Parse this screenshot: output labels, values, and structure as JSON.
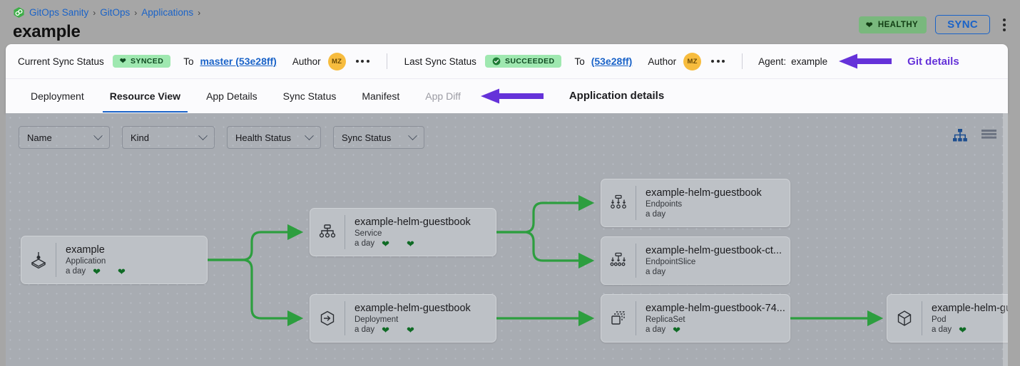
{
  "breadcrumb": {
    "logo_icon": "gitops-logo-icon",
    "items": [
      {
        "label": "GitOps Sanity"
      },
      {
        "label": "GitOps"
      },
      {
        "label": "Applications"
      }
    ],
    "separator": "›"
  },
  "page_title": "example",
  "top_actions": {
    "health_badge": {
      "label": "HEALTHY",
      "icon": "heart-icon",
      "bg": "#79b87d",
      "fg": "#123d14"
    },
    "sync_button": {
      "label": "SYNC",
      "color": "#1a63c8"
    },
    "kebab_menu": "more-options-icon"
  },
  "status_bar": {
    "current_sync_status_label": "Current Sync Status",
    "current_sync_status_value": "SYNCED",
    "current_sync_to_label": "To",
    "current_sync_revision": "master (53e28ff)",
    "current_author_label": "Author",
    "current_author_initials": "MZ",
    "last_sync_status_label": "Last Sync Status",
    "last_sync_status_value": "SUCCEEDED",
    "last_sync_to_label": "To",
    "last_sync_revision": "(53e28ff)",
    "last_author_label": "Author",
    "last_author_initials": "MZ",
    "agent_label": "Agent:",
    "agent_value": "example",
    "annotation": "Git details",
    "annotation_color": "#6532d9"
  },
  "tabs": {
    "items": [
      {
        "label": "Deployment",
        "state": "normal"
      },
      {
        "label": "Resource View",
        "state": "active"
      },
      {
        "label": "App Details",
        "state": "normal"
      },
      {
        "label": "Sync Status",
        "state": "normal"
      },
      {
        "label": "Manifest",
        "state": "normal"
      },
      {
        "label": "App Diff",
        "state": "disabled"
      }
    ],
    "annotation": "Application details",
    "annotation_color": "#6532d9",
    "active_underline_color": "#1a63c8"
  },
  "filters": [
    {
      "label": "Name",
      "icon": "chevron-down-icon"
    },
    {
      "label": "Kind",
      "icon": "chevron-down-icon"
    },
    {
      "label": "Health Status",
      "icon": "chevron-down-icon"
    },
    {
      "label": "Sync Status",
      "icon": "chevron-down-icon"
    }
  ],
  "view_toggles": [
    {
      "name": "tree-view-icon",
      "active": true,
      "color": "#1d4e8f"
    },
    {
      "name": "list-view-icon",
      "active": false,
      "color": "#6b7280"
    }
  ],
  "graph": {
    "edge_color": "#2d9e3f",
    "nodes": [
      {
        "id": "app",
        "title": "example",
        "kind": "Application",
        "age": "a day",
        "icon": "application-icon",
        "hearts": 2
      },
      {
        "id": "svc",
        "title": "example-helm-guestbook",
        "kind": "Service",
        "age": "a day",
        "icon": "service-icon",
        "hearts": 2
      },
      {
        "id": "deploy",
        "title": "example-helm-guestbook",
        "kind": "Deployment",
        "age": "a day",
        "icon": "deployment-icon",
        "hearts": 2
      },
      {
        "id": "endpoints",
        "title": "example-helm-guestbook",
        "kind": "Endpoints",
        "age": "a day",
        "icon": "endpoints-icon",
        "hearts": 0
      },
      {
        "id": "endpointslice",
        "title": "example-helm-guestbook-ct...",
        "kind": "EndpointSlice",
        "age": "a day",
        "icon": "endpointslice-icon",
        "hearts": 0
      },
      {
        "id": "replicaset",
        "title": "example-helm-guestbook-74...",
        "kind": "ReplicaSet",
        "age": "a day",
        "icon": "replicaset-icon",
        "hearts": 1
      },
      {
        "id": "pod",
        "title": "example-helm-guest",
        "kind": "Pod",
        "age": "a day",
        "icon": "pod-icon",
        "hearts": 1
      }
    ]
  }
}
